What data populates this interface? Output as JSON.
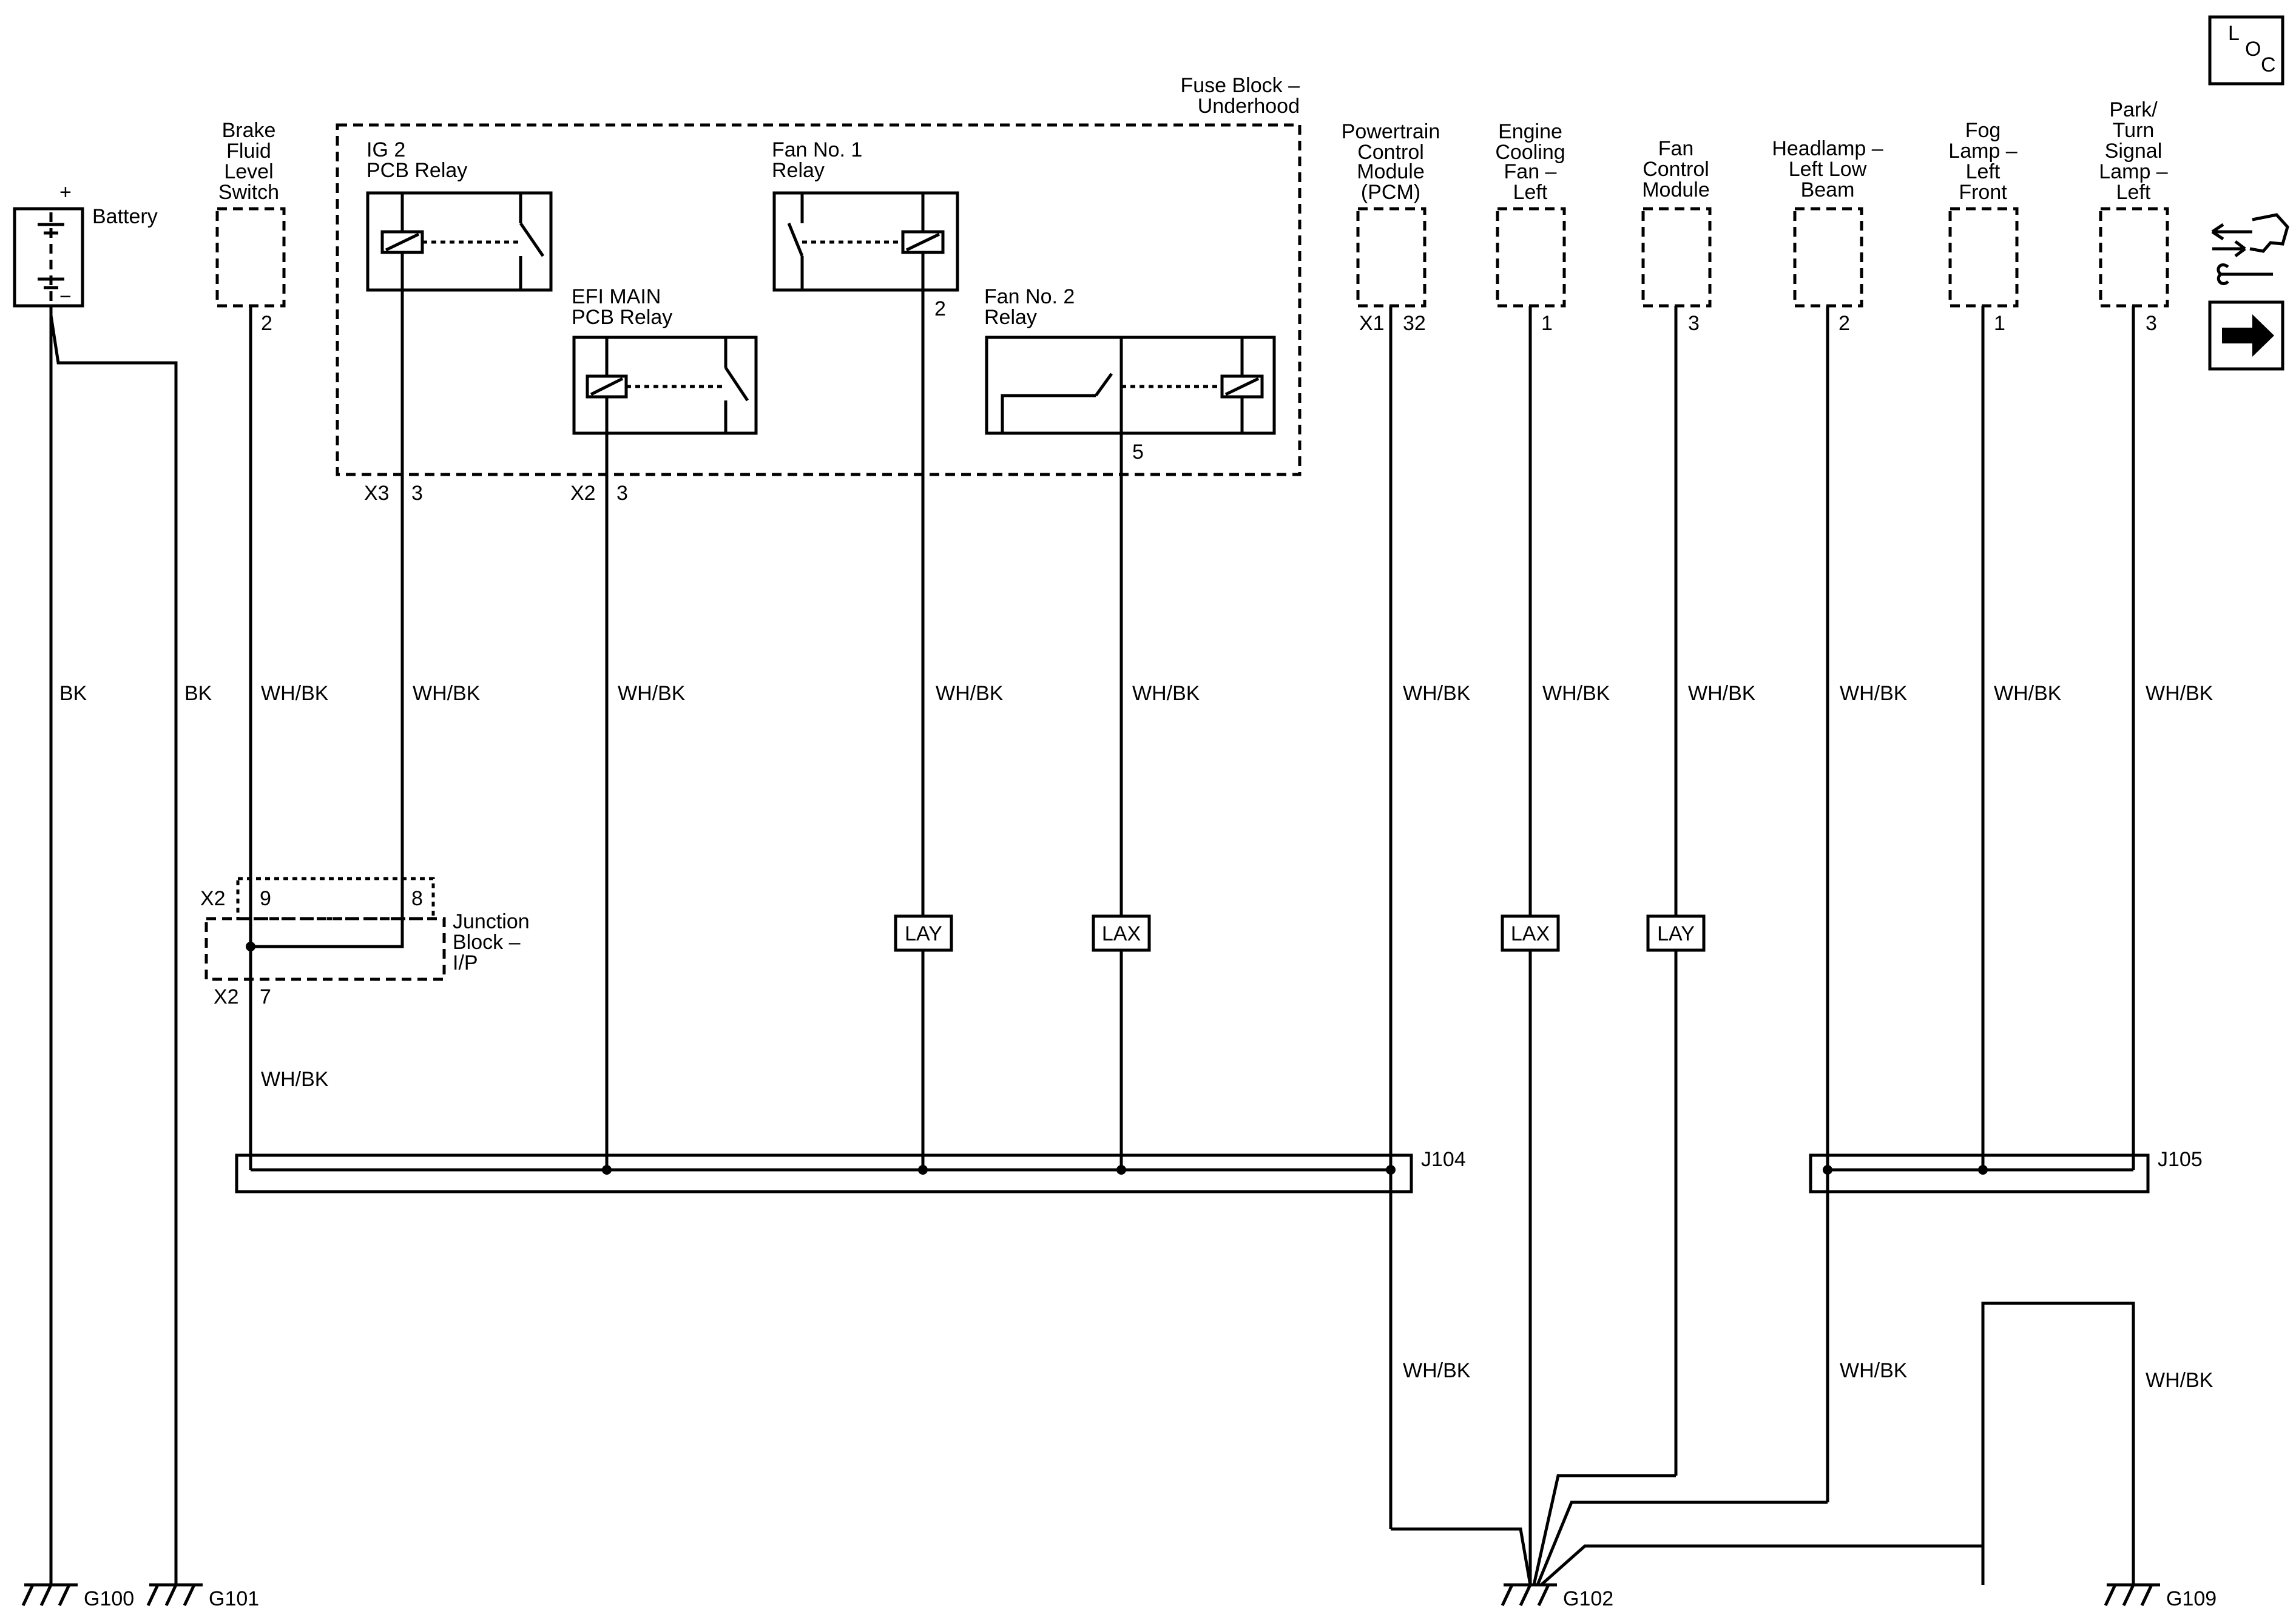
{
  "components": {
    "battery": "Battery",
    "battery_plus": "+",
    "battery_minus": "−",
    "brake_fluid": [
      "Brake",
      "Fluid",
      "Level",
      "Switch"
    ],
    "fuse_block": [
      "Fuse Block –",
      "Underhood"
    ],
    "ig2_relay": [
      "IG 2",
      "PCB Relay"
    ],
    "efi_relay": [
      "EFI MAIN",
      "PCB Relay"
    ],
    "fan1_relay": [
      "Fan No. 1",
      "Relay"
    ],
    "fan2_relay": [
      "Fan No. 2",
      "Relay"
    ],
    "pcm": [
      "Powertrain",
      "Control",
      "Module",
      "(PCM)"
    ],
    "cooling_fan": [
      "Engine",
      "Cooling",
      "Fan –",
      "Left"
    ],
    "fan_control": [
      "Fan",
      "Control",
      "Module"
    ],
    "headlamp": [
      "Headlamp –",
      "Left Low",
      "Beam"
    ],
    "fog_lamp": [
      "Fog",
      "Lamp –",
      "Left",
      "Front"
    ],
    "park_lamp": [
      "Park/",
      "Turn",
      "Signal",
      "Lamp –",
      "Left"
    ],
    "junction_block": [
      "Junction",
      "Block –",
      "I/P"
    ]
  },
  "pins": {
    "brake": "2",
    "ig2_conn": "X3",
    "ig2_pin": "3",
    "efi_conn": "X2",
    "efi_pin": "3",
    "fan1_pin": "2",
    "fan2_pin": "5",
    "pcm_conn": "X1",
    "pcm_pin": "32",
    "cooling_fan": "1",
    "fan_control": "3",
    "headlamp": "2",
    "fog_lamp": "1",
    "park_lamp": "3",
    "jb_top_conn": "X2",
    "jb_top_pin_a": "9",
    "jb_top_pin_b": "8",
    "jb_bot_conn": "X2",
    "jb_bot_pin": "7"
  },
  "wires": {
    "bk": "BK",
    "whbk": "WH/BK"
  },
  "inline_tags": {
    "lay": "LAY",
    "lax": "LAX"
  },
  "splices": {
    "j104": "J104",
    "j105": "J105"
  },
  "grounds": {
    "g100": "G100",
    "g101": "G101",
    "g102": "G102",
    "g109": "G109"
  },
  "loc_icon": [
    "L",
    "O",
    "C"
  ],
  "icons": {
    "loc": "loc-icon",
    "connector_tool": "connector-repair-icon",
    "next": "right-arrow-icon"
  }
}
